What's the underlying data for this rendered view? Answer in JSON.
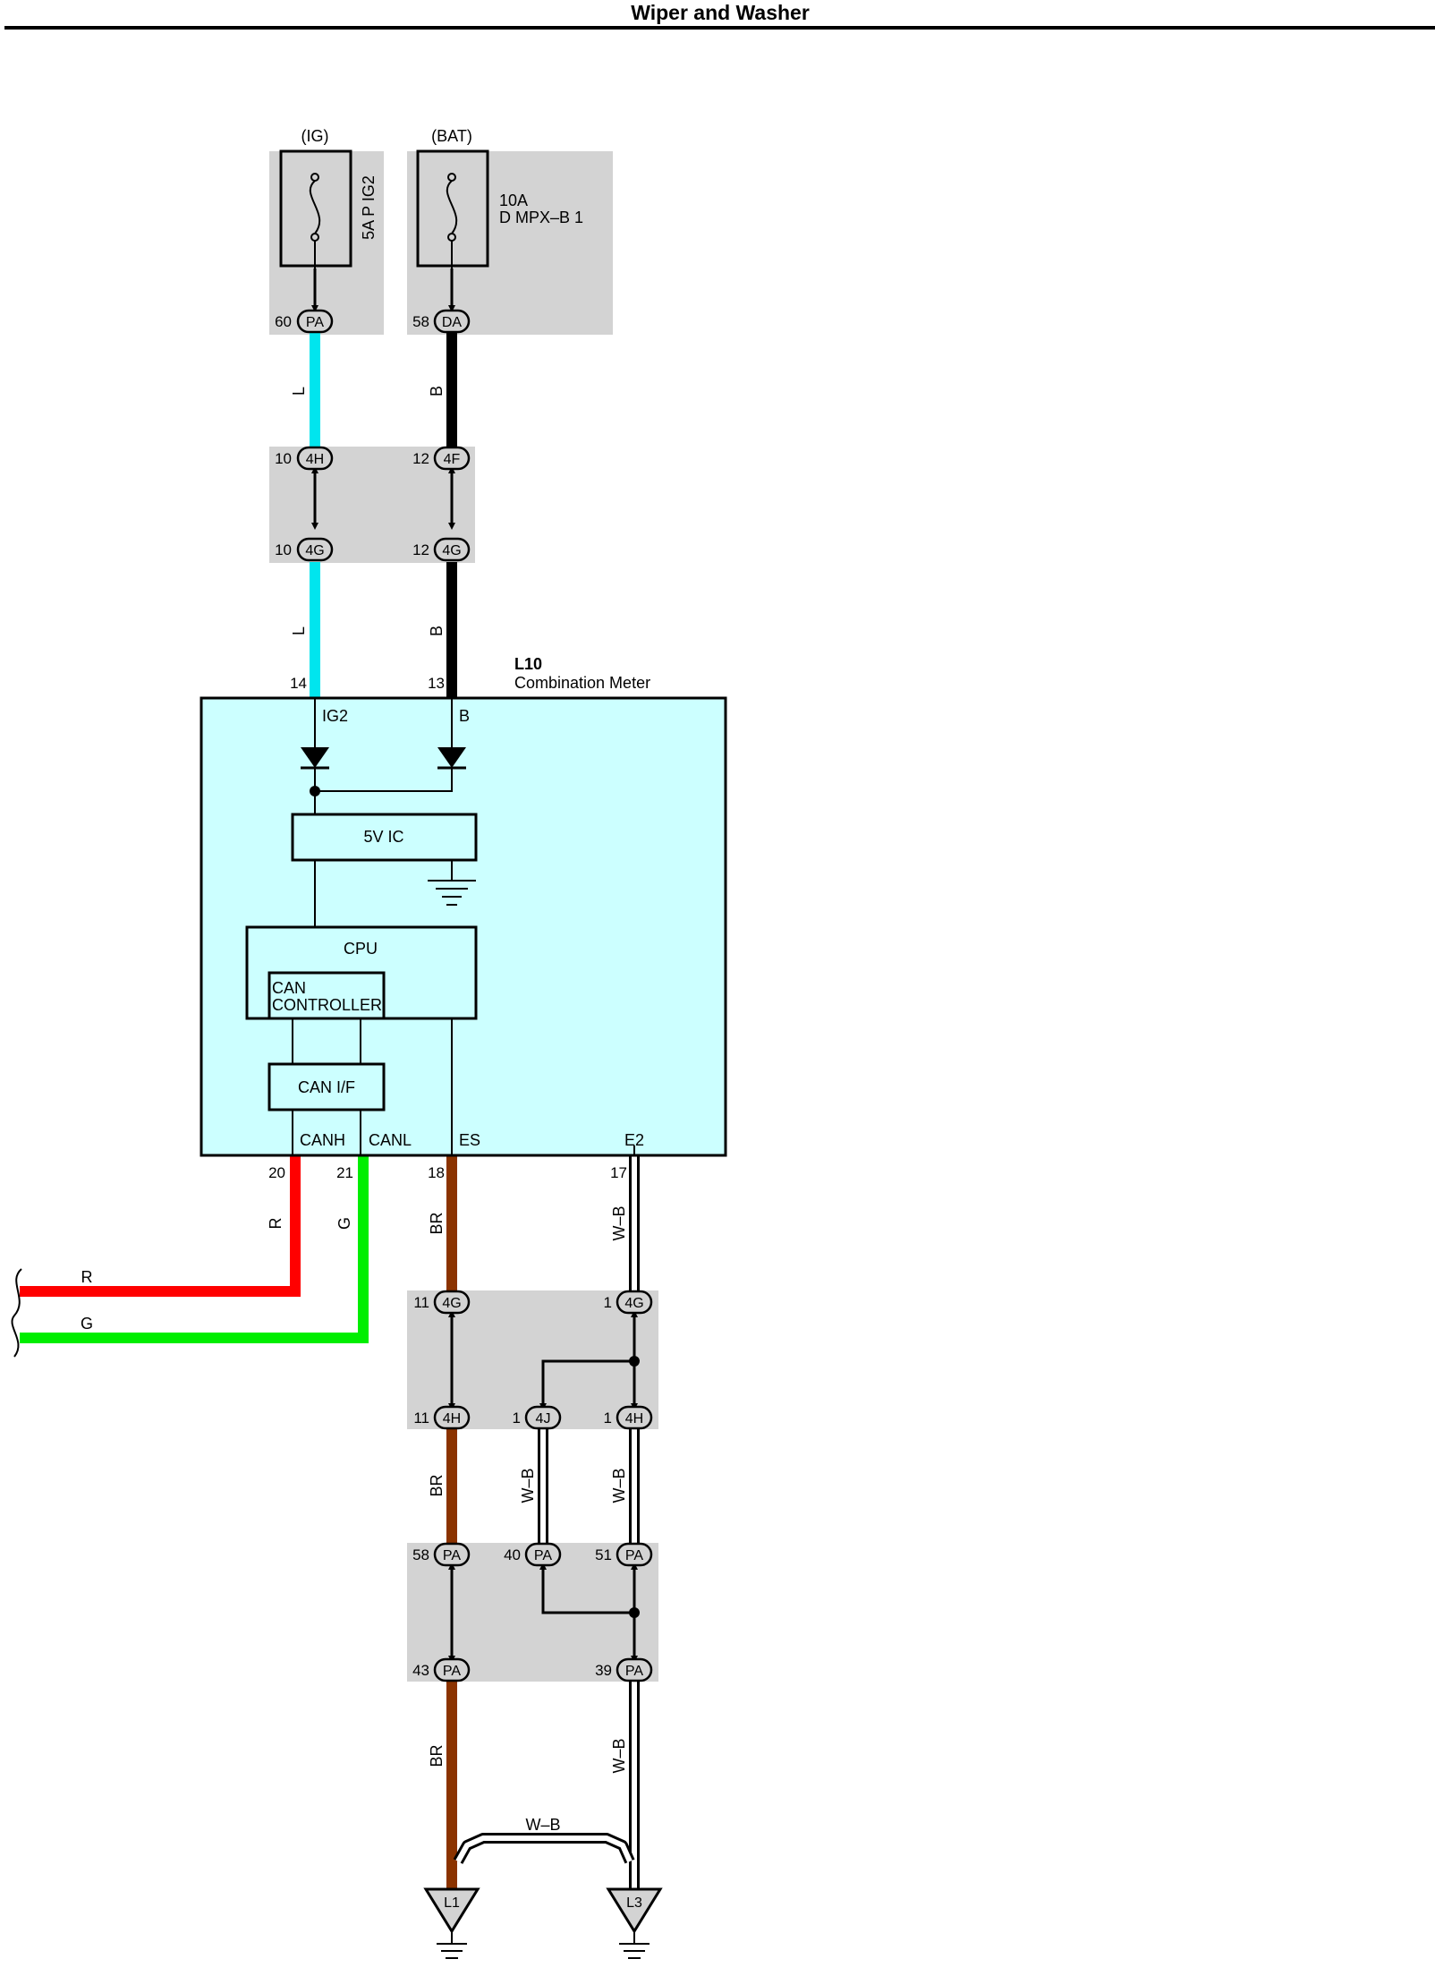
{
  "header": {
    "title": "Wiper and Washer"
  },
  "sources": {
    "ig": {
      "label": "(IG)",
      "fuse": "5A P IG2"
    },
    "bat": {
      "label": "(BAT)",
      "fuse_line1": "10A",
      "fuse_line2": "D MPX–B 1"
    }
  },
  "component": {
    "id": "L10",
    "name": "Combination Meter"
  },
  "internal": {
    "ig2": "IG2",
    "b": "B",
    "ic": "5V IC",
    "cpu": "CPU",
    "can_ctrl_1": "CAN",
    "can_ctrl_2": "CONTROLLER",
    "can_if": "CAN I/F",
    "canh": "CANH",
    "canl": "CANL",
    "es": "ES",
    "e2": "E2"
  },
  "connectors": {
    "c1": "PA",
    "c2": "DA",
    "c3": "4H",
    "c4": "4F",
    "c5": "4G",
    "c6": "4G",
    "c7": "4G",
    "c8": "4G",
    "c9": "4H",
    "c10": "4J",
    "c11": "4H",
    "c12": "PA",
    "c13": "PA",
    "c14": "PA",
    "c15": "PA",
    "c16": "PA"
  },
  "pins": {
    "p1": "60",
    "p2": "58",
    "p3": "10",
    "p4": "12",
    "p5": "10",
    "p6": "12",
    "p7": "14",
    "p8": "13",
    "p9": "20",
    "p10": "21",
    "p11": "18",
    "p12": "17",
    "p13": "11",
    "p14": "1",
    "p15": "11",
    "p16": "1",
    "p17": "1",
    "p18": "58",
    "p19": "40",
    "p20": "51",
    "p21": "43",
    "p22": "39"
  },
  "wires": {
    "w1": "L",
    "w2": "B",
    "w3": "L",
    "w4": "B",
    "w5": "R",
    "w6": "G",
    "w7": "BR",
    "w8": "W–B",
    "w9": "R",
    "w10": "G",
    "w11": "BR",
    "w12": "W–B",
    "w13": "W–B",
    "w14": "BR",
    "w15": "W–B",
    "w16": "W–B"
  },
  "grounds": {
    "g1": "L1",
    "g2": "L3"
  },
  "colors": {
    "blue": "#00e5ee",
    "black": "#000000",
    "red": "#ff0000",
    "green": "#00ee00",
    "brown": "#8b3300",
    "grey": "#d3d3d3",
    "meter": "#ccffff"
  }
}
